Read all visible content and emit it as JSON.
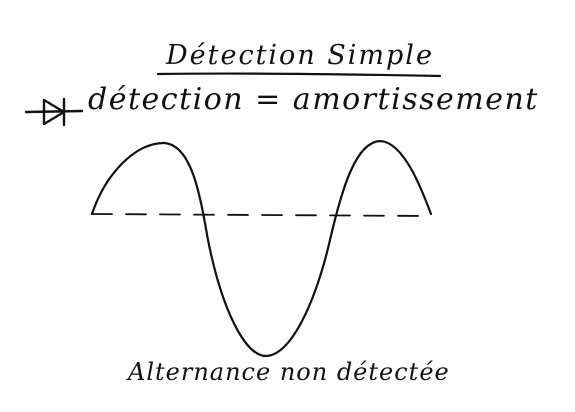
{
  "title": "Détection Simple",
  "subtitle": "détection = amortissement",
  "caption": "Alternance non détectée",
  "diode_symbol": "diode-icon",
  "colors": {
    "ink": "#111111",
    "paper": "#ffffff"
  }
}
